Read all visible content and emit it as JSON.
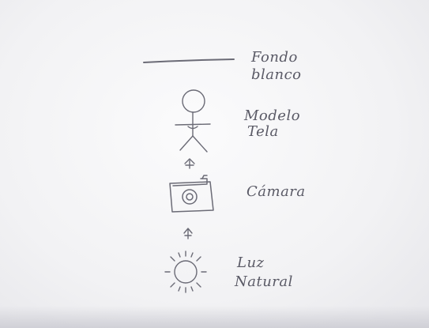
{
  "labels": {
    "background_line1": "Fondo",
    "background_line2": "blanco",
    "model_line1": "Modelo",
    "model_line2": "Tela",
    "camera": "Cámara",
    "light_line1": "Luz",
    "light_line2": "Natural"
  },
  "colors": {
    "paper": "#f4f4f6",
    "pencil": "#6b6b76"
  },
  "icons": [
    "backdrop-line",
    "person-figure-icon",
    "arrow-up-icon",
    "camera-icon",
    "sun-icon"
  ]
}
